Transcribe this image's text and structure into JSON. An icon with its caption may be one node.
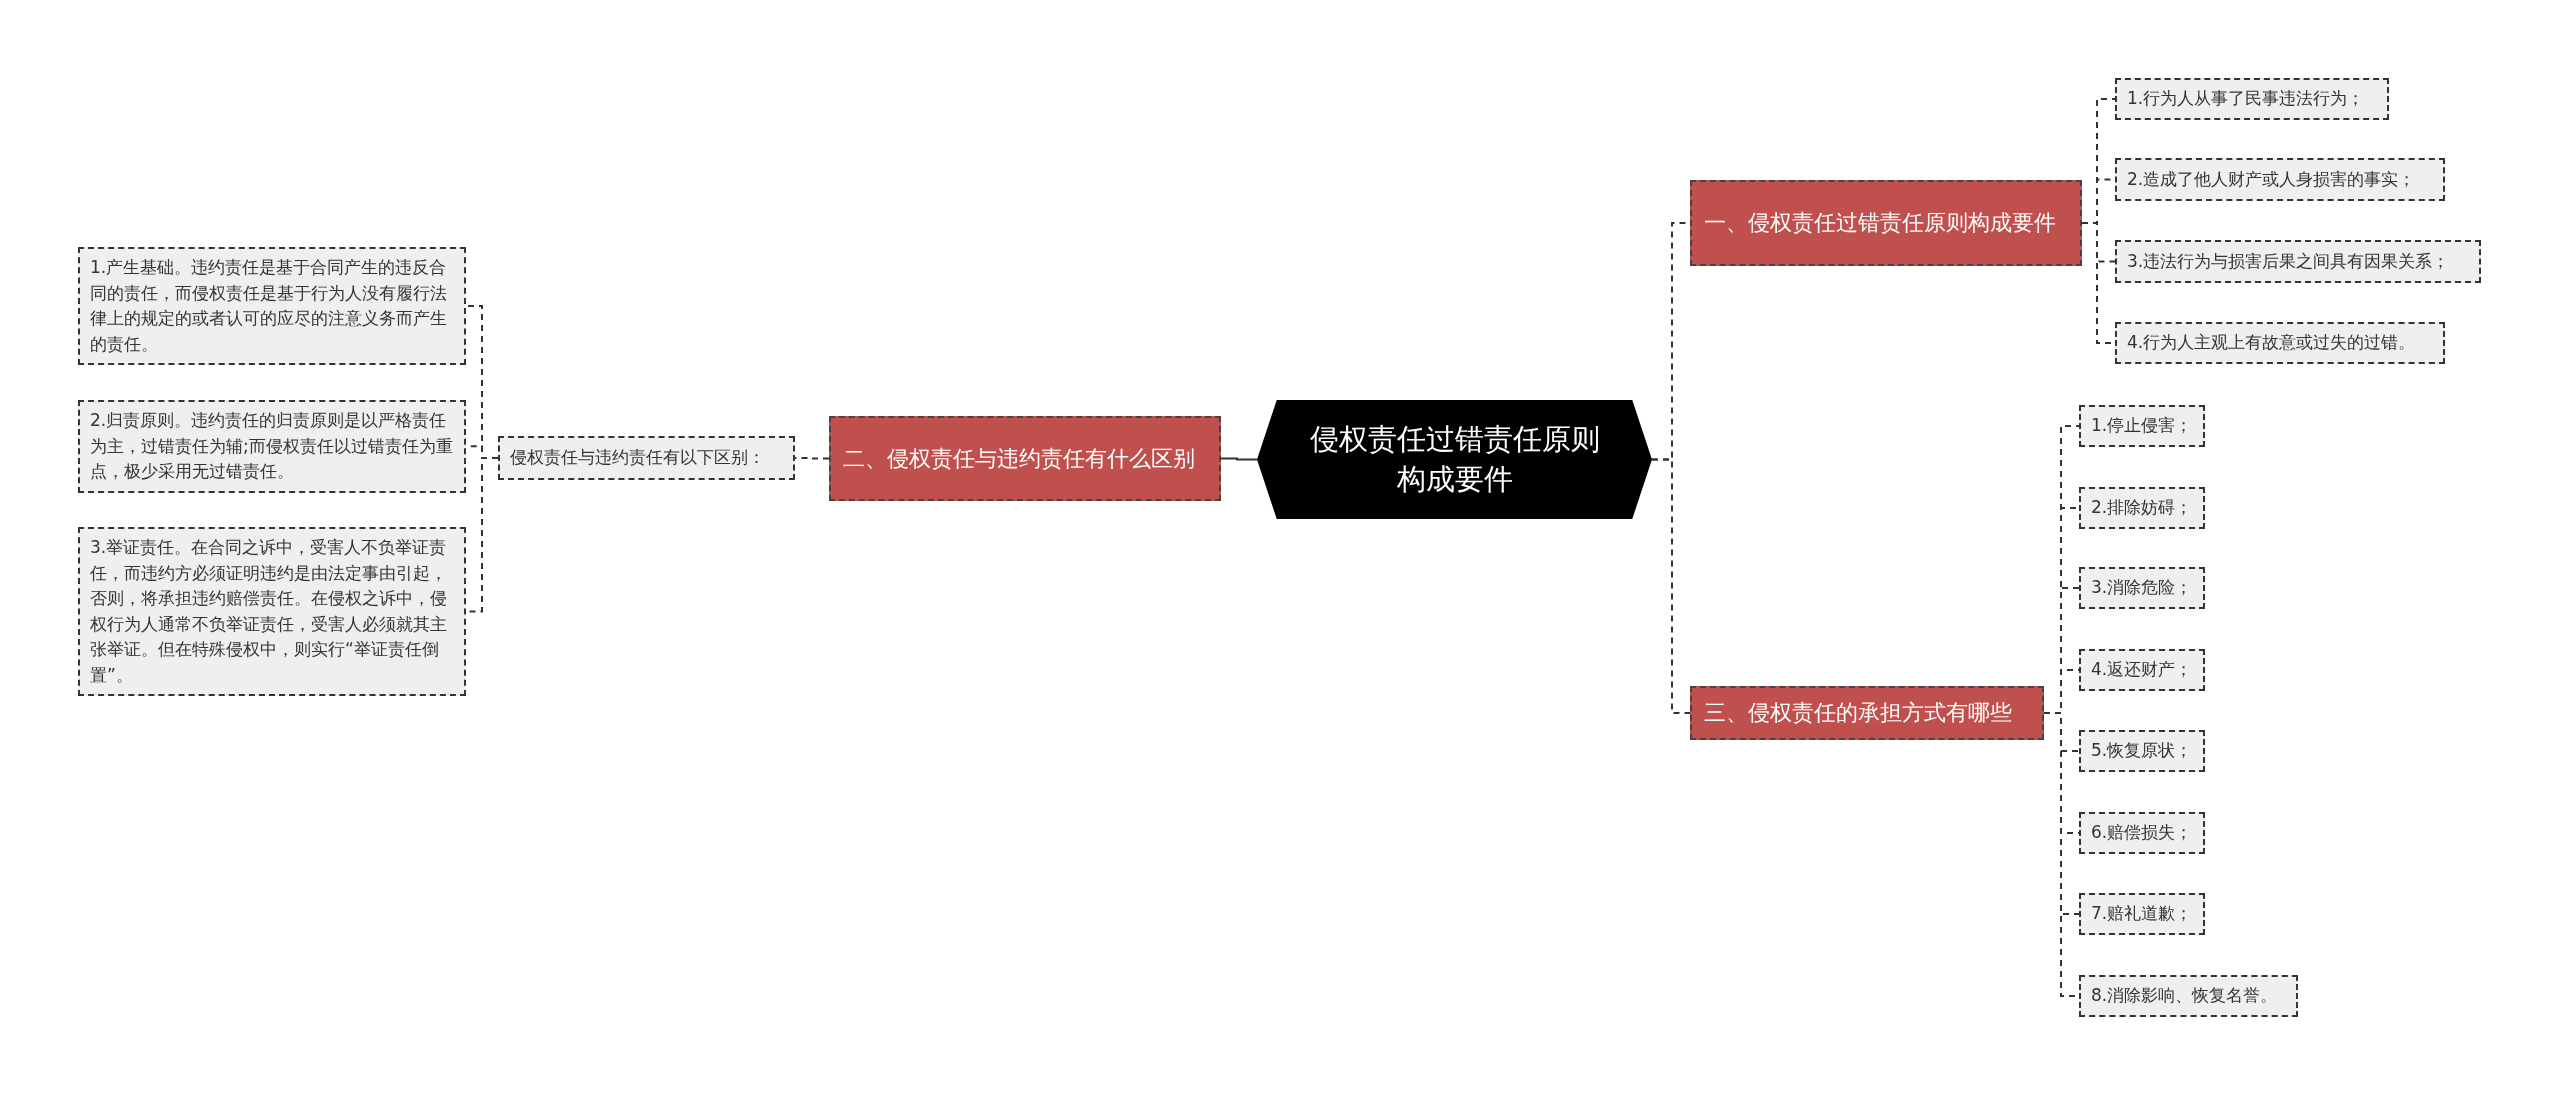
{
  "diagram": {
    "nodes": [
      {
        "text": [
          "侵权责任过错责任原则构成要件"
        ]
      },
      {
        "text": [
          "一、侵权责任过错责任原则构成要件"
        ]
      },
      {
        "text": [
          "1.行为人从事了民事违法行为；"
        ]
      },
      {
        "text": [
          "2.造成了他人财产或人身损害的事实；"
        ]
      },
      {
        "text": [
          "3.违法行为与损害后果之间具有因果关系；"
        ]
      },
      {
        "text": [
          "4.行为人主观上有故意或过失的过错。"
        ]
      },
      {
        "text": [
          "二、侵权责任与违约责任有什么区别"
        ]
      },
      {
        "text": [
          "侵权责任与违约责任有以下区别："
        ]
      },
      {
        "text": [
          "1.产生基础。违约责任是基于合同产生的违反合同的责任，而侵权责任是基于行为人没有履行法律上的规定的或者认可的应尽的注意义务而产生的责任。"
        ]
      },
      {
        "text": [
          "2.归责原则。违约责任的归责原则是以严格责任为主，过错责任为辅;而侵权责任以过错责任为重点，极少采用无过错责任。"
        ]
      },
      {
        "text": [
          "3.举证责任。在合同之诉中，受害人不负举证责任，而违约方必须证明违约是由法定事由引起，否则，将承担违约赔偿责任。在侵权之诉中，侵权行为人通常不负举证责任，受害人必须就其主张举证。但在特殊侵权中，则实行“举证责任倒置”。"
        ]
      },
      {
        "text": [
          "三、侵权责任的承担方式有哪些"
        ]
      },
      {
        "text": [
          "1.停止侵害；"
        ]
      },
      {
        "text": [
          "2.排除妨碍；"
        ]
      },
      {
        "text": [
          "3.消除危险；"
        ]
      },
      {
        "text": [
          "4.返还财产；"
        ]
      },
      {
        "text": [
          "5.恢复原状；"
        ]
      },
      {
        "text": [
          "6.赔偿损失；"
        ]
      },
      {
        "text": [
          "7.赔礼道歉；"
        ]
      },
      {
        "text": [
          "8.消除影响、恢复名誉。"
        ]
      }
    ],
    "edges": [
      {
        "from": 0,
        "to": 1,
        "arrow": "none",
        "style": "dashed"
      },
      {
        "from": 1,
        "to": 2,
        "arrow": "none",
        "style": "dashed"
      },
      {
        "from": 1,
        "to": 3,
        "arrow": "none",
        "style": "dashed"
      },
      {
        "from": 1,
        "to": 4,
        "arrow": "none",
        "style": "dashed"
      },
      {
        "from": 1,
        "to": 5,
        "arrow": "none",
        "style": "dashed"
      },
      {
        "from": 0,
        "to": 6,
        "arrow": "none"
      },
      {
        "from": 6,
        "to": 7,
        "arrow": "none",
        "style": "dashed"
      },
      {
        "from": 7,
        "to": 8,
        "arrow": "none",
        "style": "dashed"
      },
      {
        "from": 7,
        "to": 9,
        "arrow": "none",
        "style": "dashed"
      },
      {
        "from": 7,
        "to": 10,
        "arrow": "none",
        "style": "dashed"
      },
      {
        "from": 0,
        "to": 11,
        "arrow": "none",
        "style": "dashed"
      },
      {
        "from": 11,
        "to": 12,
        "arrow": "none",
        "style": "dashed"
      },
      {
        "from": 11,
        "to": 13,
        "arrow": "none",
        "style": "dashed"
      },
      {
        "from": 11,
        "to": 14,
        "arrow": "none",
        "style": "dashed"
      },
      {
        "from": 11,
        "to": 15,
        "arrow": "none",
        "style": "dashed"
      },
      {
        "from": 11,
        "to": 16,
        "arrow": "none",
        "style": "dashed"
      },
      {
        "from": 11,
        "to": 17,
        "arrow": "none",
        "style": "dashed"
      },
      {
        "from": 11,
        "to": 18,
        "arrow": "none",
        "style": "dashed"
      },
      {
        "from": 11,
        "to": 19,
        "arrow": "none",
        "style": "dashed"
      }
    ]
  }
}
